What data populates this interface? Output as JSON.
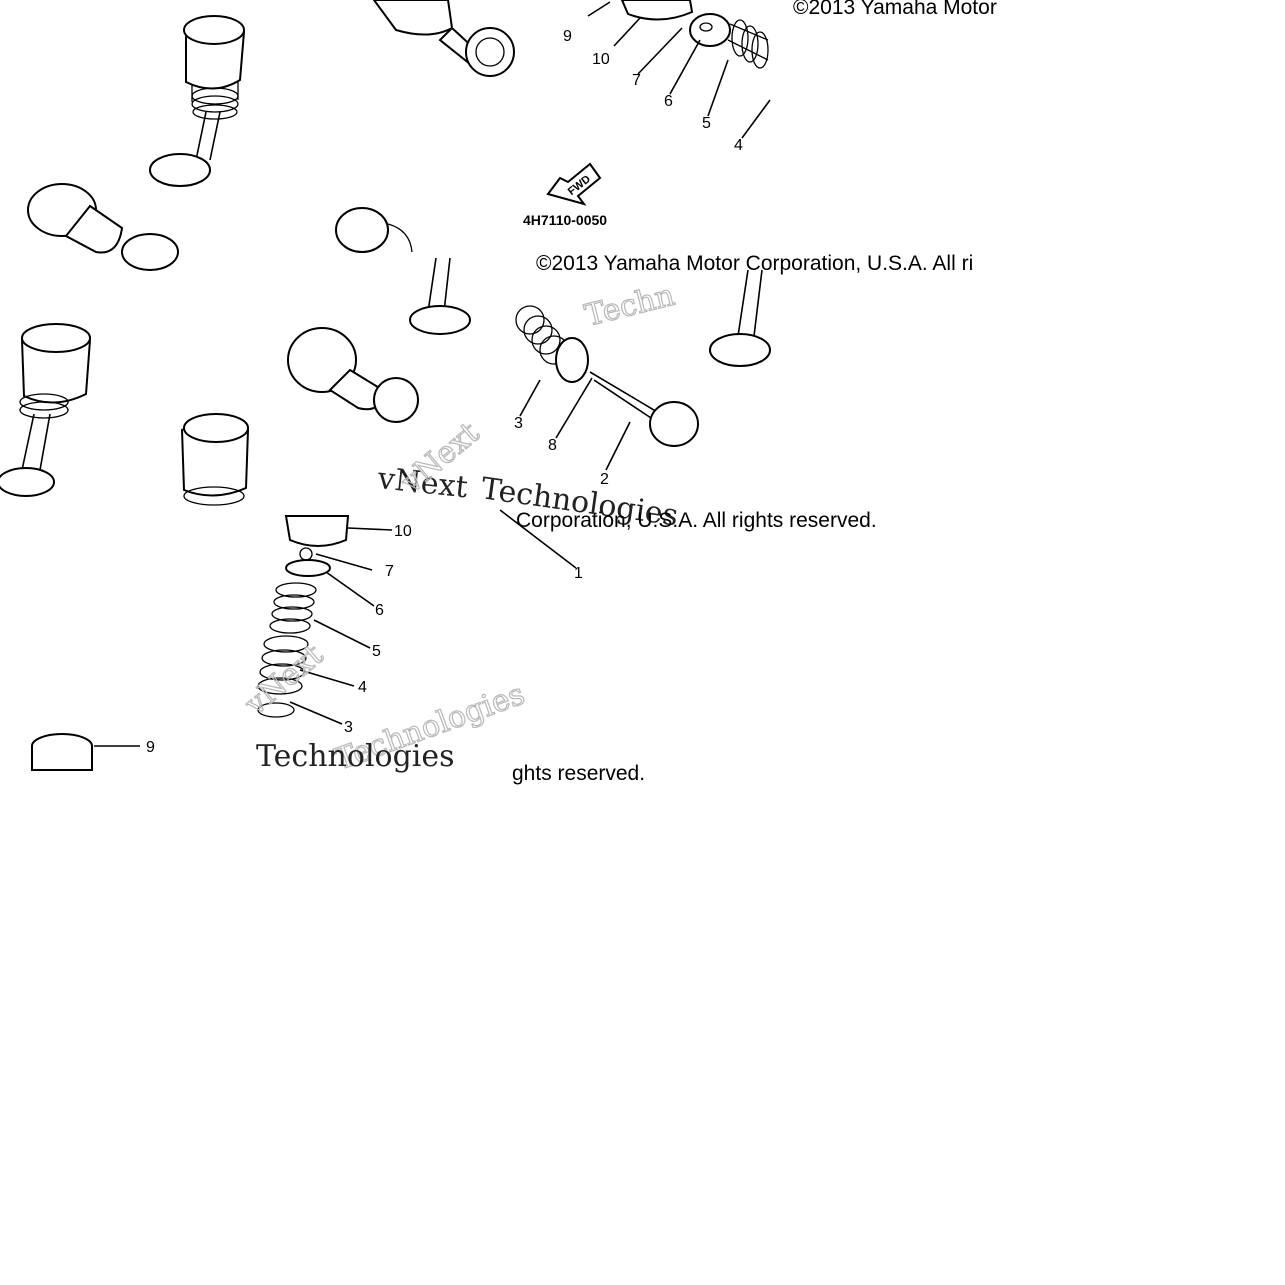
{
  "copyright": {
    "top_right": "©2013 Yamaha Motor",
    "middle_right": "©2013 Yamaha Motor Corporation, U.S.A. All ri",
    "middle_right_2": "Corporation, U.S.A. All rights reserved.",
    "bottom": "ghts reserved."
  },
  "diagram_code": "4H7110-0050",
  "fwd_label": "FWD",
  "watermark": {
    "vnext": "vNext",
    "techno": "Technologies",
    "tech": "Techn"
  },
  "callouts": {
    "c1": "1",
    "c2": "2",
    "c3": "3",
    "c4": "4",
    "c5": "5",
    "c6": "6",
    "c7": "7",
    "c8": "8",
    "c9": "9",
    "c10": "10"
  }
}
